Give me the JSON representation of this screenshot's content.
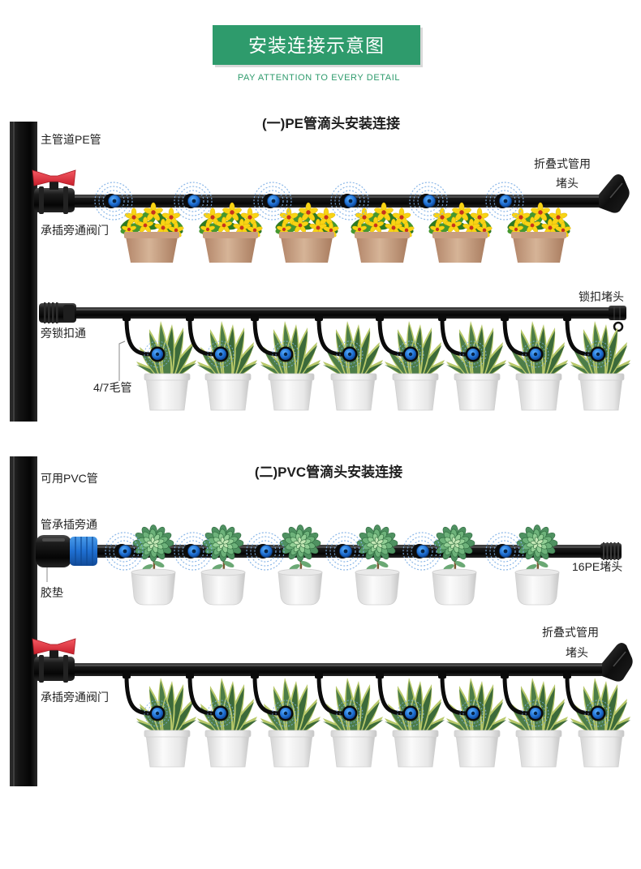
{
  "header": {
    "title": "安装连接示意图",
    "subtitle": "PAY ATTENTION TO EVERY DETAIL"
  },
  "section_pe": {
    "title": "(一)PE管滴头安装连接",
    "labels": {
      "main_pipe": "主管道PE管",
      "folding_cap_line1": "折叠式管用",
      "folding_cap_line2": "堵头",
      "bypass_valve": "承插旁通阀门",
      "lock_cap": "锁扣堵头",
      "lock_bypass": "旁锁扣通",
      "capillary": "4/7毛管"
    }
  },
  "section_pvc": {
    "title": "(二)PVC管滴头安装连接",
    "labels": {
      "pvc_pipe": "可用PVC管",
      "socket_bypass": "管承插旁通",
      "gasket": "胶垫",
      "pe_plug": "16PE堵头",
      "folding_cap_line1": "折叠式管用",
      "folding_cap_line2": "堵头",
      "bypass_valve": "承插旁通阀门"
    }
  },
  "colors": {
    "accent": "#2e9b6c",
    "valve": "#c81f2c",
    "dripper": "#1f6fd1",
    "ripple": "#7fb0e6"
  },
  "icons": {
    "main_pipe": "main-pipe-icon",
    "branch_pipe": "branch-pipe-icon",
    "valve": "bypass-valve-icon",
    "fold_cap": "folding-end-cap-icon",
    "lock_cap": "lock-end-cap-icon",
    "lock_tee": "lock-bypass-icon",
    "pvc_bypass": "pvc-socket-bypass-icon",
    "pe_plug": "pe-plug-icon",
    "dripper": "dripper-icon",
    "capillary": "capillary-tube-icon",
    "flower_pot": "flower-pot-icon",
    "snake_plant": "snake-plant-pot-icon",
    "succulent": "succulent-pot-icon"
  }
}
